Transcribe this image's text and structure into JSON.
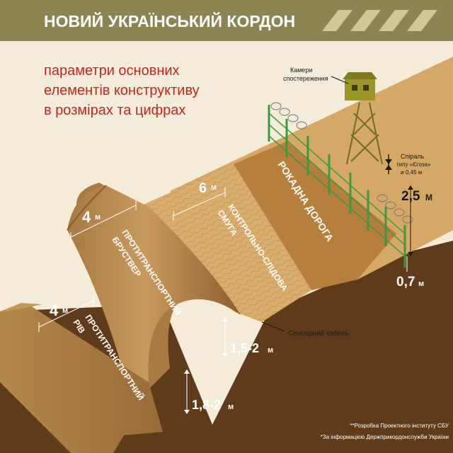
{
  "header": {
    "title": "НОВИЙ УКРАЇНСЬКИЙ КОРДОН",
    "colors": {
      "bar": "#8c8453",
      "stripe": "#cfc79a"
    }
  },
  "subtitle": {
    "line1": "параметри основних",
    "line2": "елементів конструктиву",
    "line3": "в розмірах та цифрах",
    "color": "#c2261e"
  },
  "labels": {
    "cameras_1": "Камери",
    "cameras_2": "спостереження",
    "spiral_1": "Спіраль",
    "spiral_2": "типу «Єгоза»",
    "spiral_3": "⌀ 0,45 м",
    "sensor_cable": "Сенсорний кабель",
    "patrol_road": "РОКАДНА ДОРОГА",
    "control_strip_1": "КОНТРОЛЬНО-СЛІДОВА",
    "control_strip_2": "СМУГА",
    "breastwork_1": "ПРОТИТРАНСПОРТНИЙ",
    "breastwork_2": "БРУСТВЕР",
    "ditch_1": "ПРОТИТРАНСПОРТНИЙ",
    "ditch_2": "РІВ"
  },
  "dimensions": {
    "control_strip_width": {
      "value": "6",
      "unit": "м"
    },
    "breastwork_width": {
      "value": "4",
      "unit": "м"
    },
    "ditch_width": {
      "value": "4",
      "unit": "м"
    },
    "fence_height": {
      "value": "2,5",
      "unit": "М"
    },
    "fence_depth": {
      "value": "0,7",
      "unit": "м"
    },
    "breastwork_height": {
      "value": "1,5-2",
      "unit": "м"
    },
    "ditch_depth": {
      "value": "1,8-2",
      "unit": "м"
    }
  },
  "footnotes": {
    "note1": "**Розробка Проектного інституту СБУ",
    "note2": "*За інформацією Держприкордонслужби України"
  },
  "colors": {
    "ground_light": "#d6a865",
    "road": "#b77f3c",
    "soil_dark": "#5e3b1a",
    "fence": "#3c9a3c",
    "tower": "#9a9628"
  }
}
